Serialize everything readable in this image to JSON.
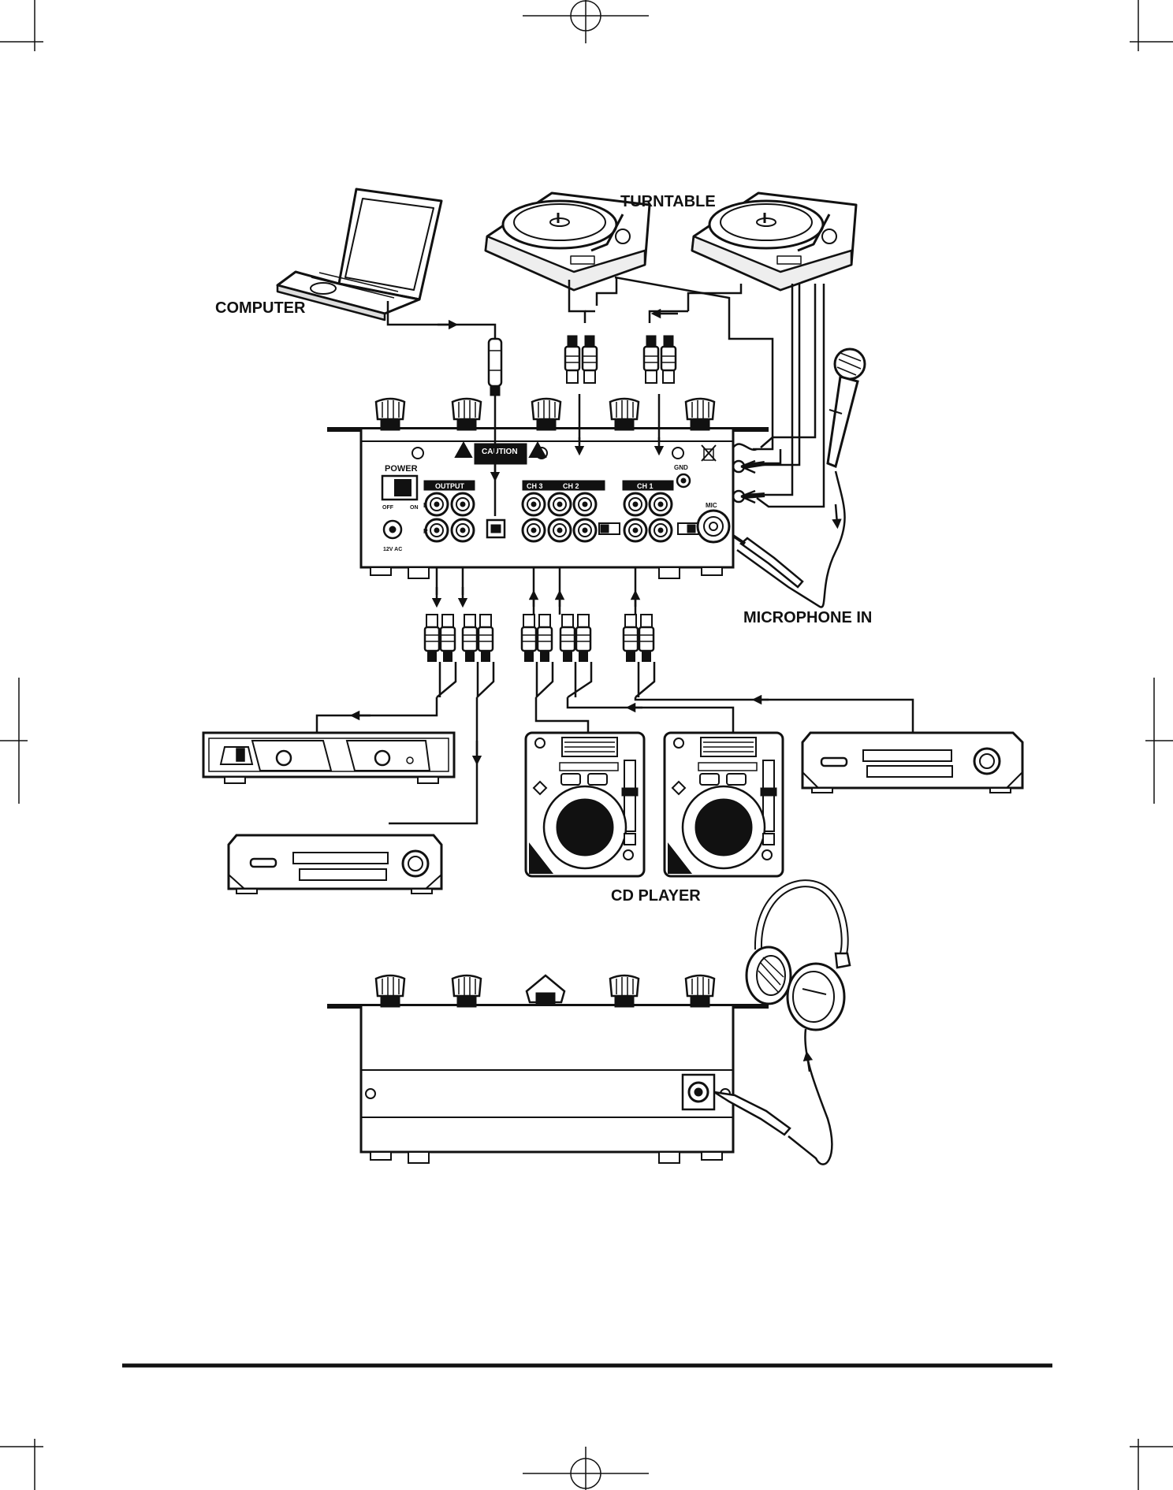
{
  "labels": {
    "computer": "COMPUTER",
    "turntable": "TURNTABLE",
    "microphone_in": "MICROPHONE IN",
    "cd_player": "CD PLAYER"
  },
  "panel": {
    "power": "POWER",
    "off": "OFF",
    "on": "ON",
    "output": "OUTPUT",
    "ch3": "CH 3",
    "ch2": "CH 2",
    "ch1": "CH 1",
    "caution": "CAUTION",
    "gnd": "GND",
    "mic": "MIC",
    "l": "L",
    "r": "R",
    "dc": "12V AC"
  },
  "colors": {
    "ink": "#111111",
    "paper": "#ffffff"
  }
}
